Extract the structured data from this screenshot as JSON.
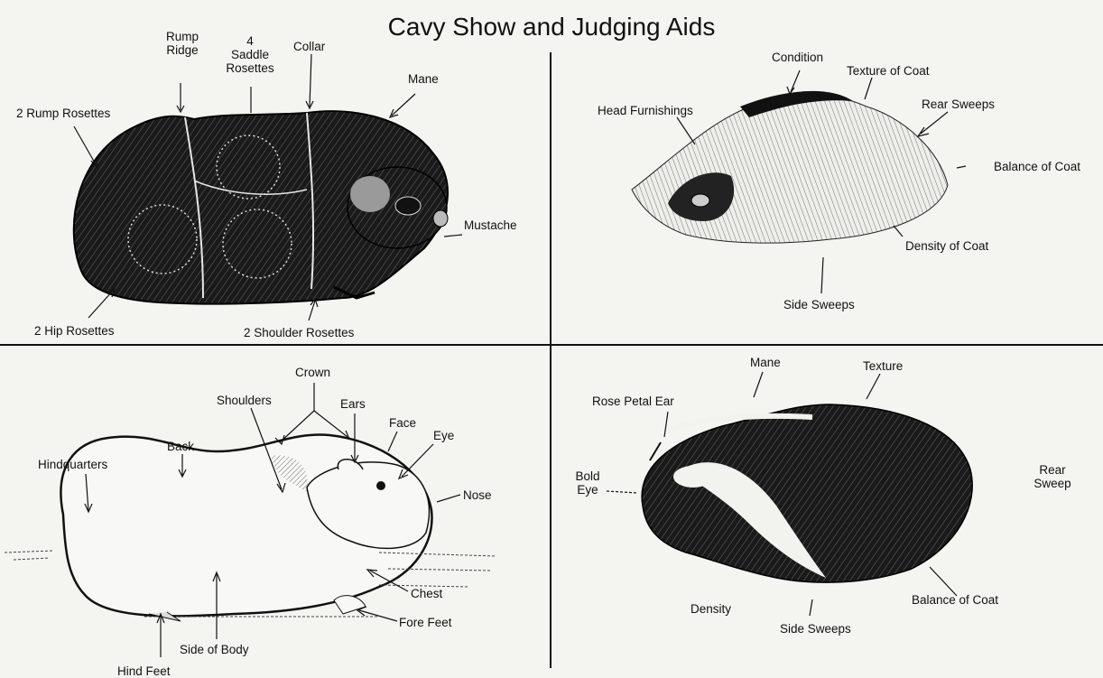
{
  "title": "Cavy Show and Judging Aids",
  "panels": {
    "top_left": {
      "labels": {
        "rump_ridge": "Rump\nRidge",
        "saddle_rosettes": "4\nSaddle\nRosettes",
        "collar": "Collar",
        "mane": "Mane",
        "rump_rosettes": "2 Rump Rosettes",
        "mustache": "Mustache",
        "hip_rosettes": "2 Hip Rosettes",
        "shoulder_rosettes": "2 Shoulder Rosettes"
      }
    },
    "top_right": {
      "labels": {
        "condition": "Condition",
        "texture_of_coat": "Texture of Coat",
        "rear_sweeps": "Rear Sweeps",
        "head_furnishings": "Head Furnishings",
        "balance_of_coat": "Balance of Coat",
        "density_of_coat": "Density of Coat",
        "side_sweeps": "Side Sweeps"
      }
    },
    "bottom_left": {
      "labels": {
        "crown": "Crown",
        "shoulders": "Shoulders",
        "ears": "Ears",
        "face": "Face",
        "eye": "Eye",
        "back": "Back",
        "hindquarters": "Hindquarters",
        "nose": "Nose",
        "chest": "Chest",
        "fore_feet": "Fore Feet",
        "side_of_body": "Side of Body",
        "hind_feet": "Hind Feet"
      }
    },
    "bottom_right": {
      "labels": {
        "mane": "Mane",
        "texture": "Texture",
        "rose_petal_ear": "Rose Petal Ear",
        "bold_eye": "Bold\nEye",
        "rear_sweep": "Rear\nSweep",
        "density": "Density",
        "balance_of_coat": "Balance of Coat",
        "side_sweeps": "Side Sweeps"
      }
    }
  }
}
